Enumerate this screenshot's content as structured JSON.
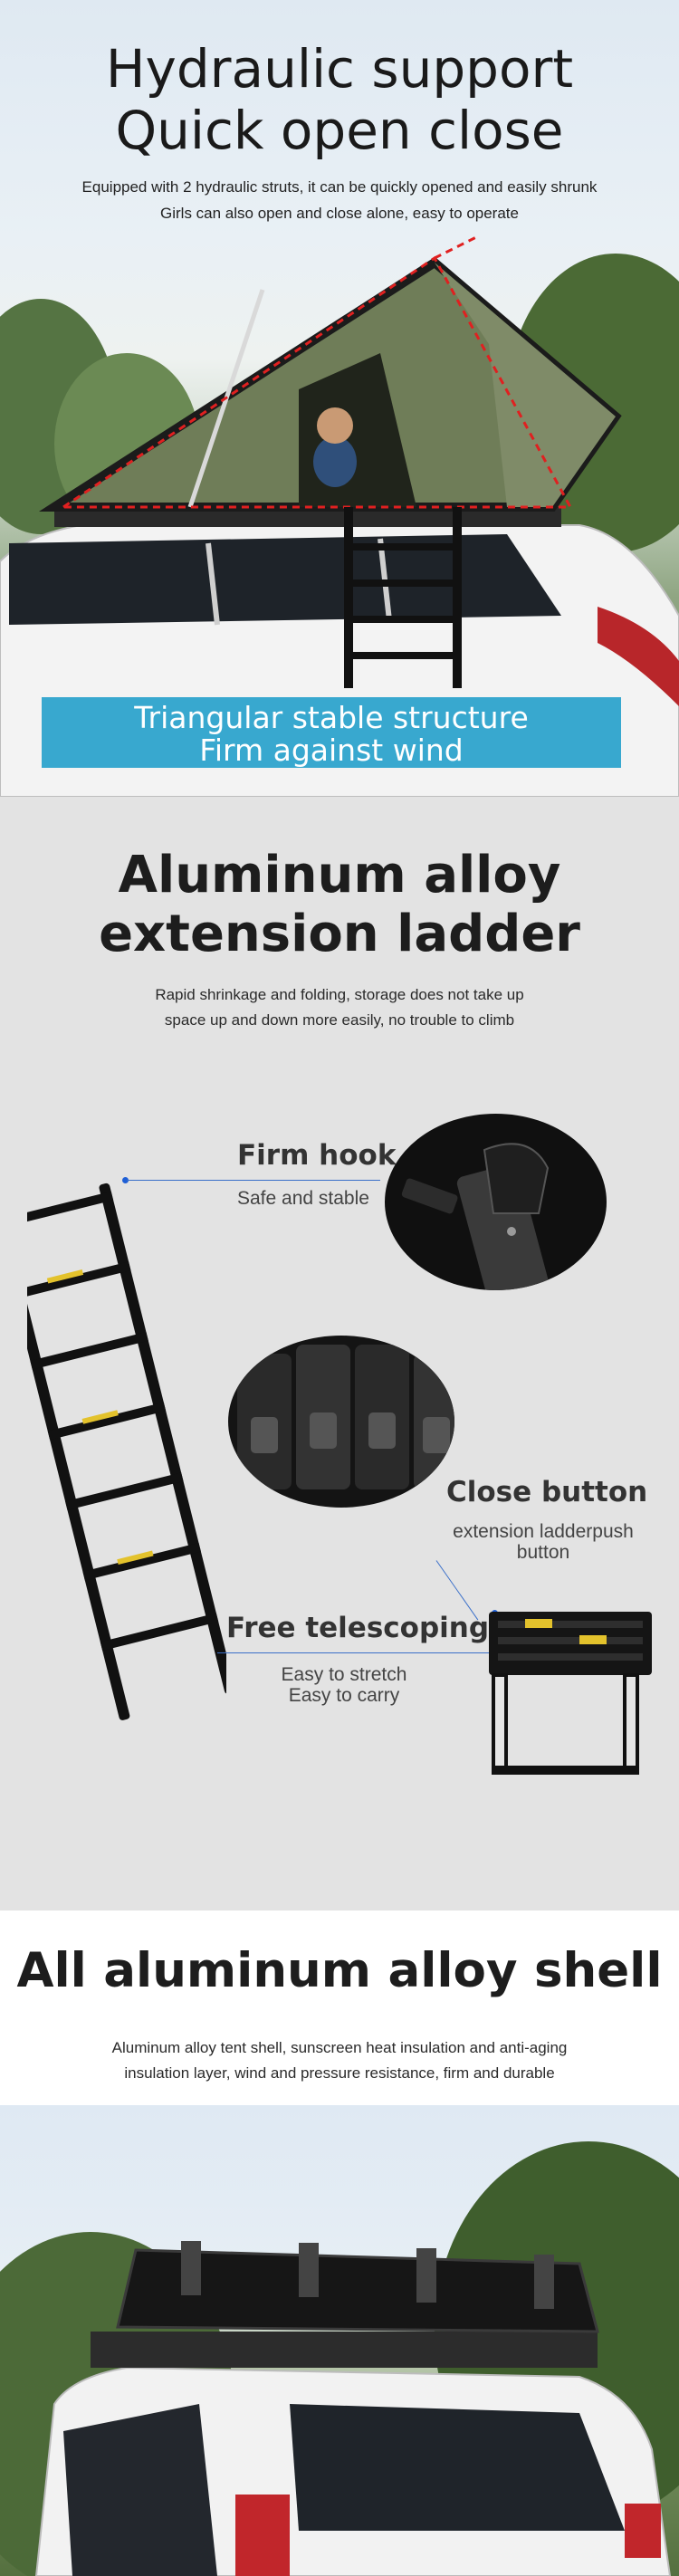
{
  "hero": {
    "title_line1": "Hydraulic support",
    "title_line2": "Quick open close",
    "sub_line1": "Equipped with 2 hydraulic struts, it can be quickly opened and easily shrunk",
    "sub_line2": "Girls can also open and close alone, easy to operate",
    "banner_line1": "Triangular stable structure",
    "banner_line2": "Firm against wind"
  },
  "ladder": {
    "title_line1": "Aluminum alloy",
    "title_line2": "extension ladder",
    "desc_line1": "Rapid shrinkage and folding, storage does not take up",
    "desc_line2": "space up and down more easily, no trouble to climb",
    "firm_hook": {
      "title": "Firm hook",
      "text": "Safe and stable"
    },
    "close_button": {
      "title": "Close button",
      "text_line1": "extension ladderpush",
      "text_line2": "button"
    },
    "free_telescoping": {
      "title": "Free telescoping",
      "text_line1": "Easy to stretch",
      "text_line2": "Easy to carry"
    }
  },
  "shell": {
    "title": "All aluminum alloy shell",
    "desc_line1": "Aluminum alloy tent shell, sunscreen heat insulation and anti-aging",
    "desc_line2": "insulation layer, wind and pressure resistance, firm and durable"
  },
  "colors": {
    "banner": "#38a8cf",
    "accent_line": "#3a6fc9",
    "section_gray": "#e3e3e3",
    "tent_green": "#6f7d58"
  }
}
